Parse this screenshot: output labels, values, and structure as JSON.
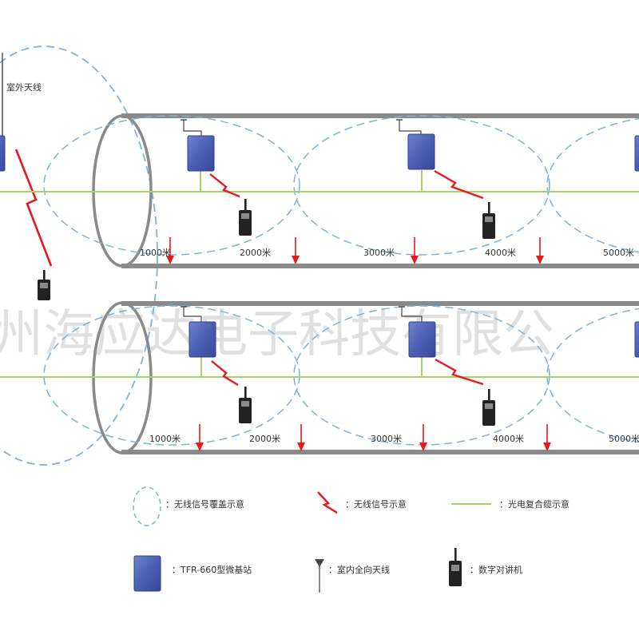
{
  "outdoor_antenna_label": "室外天线",
  "watermark": "州海应达电子科技有限公",
  "colors": {
    "tunnel": "#8a8a8a",
    "coverage": "#7fb2dc",
    "fiber": "#a6d26a",
    "signal": "#e8191c",
    "repeater": "#4b5fb2",
    "radio": "#222222"
  },
  "tunnel_top": {
    "distances": [
      "1000米",
      "2000米",
      "3000米",
      "4000米",
      "5000米"
    ]
  },
  "tunnel_bottom": {
    "distances": [
      "1000米",
      "2000米",
      "3000米",
      "4000米",
      "5000米"
    ]
  },
  "legend": {
    "coverage": "：无线信号覆盖示意",
    "signal": "：无线信号示意",
    "fiber": "：光电复合缆示意",
    "repeater": "：TFR-660型微基站",
    "antenna": "：室内全向天线",
    "radio": "：数字对讲机"
  }
}
